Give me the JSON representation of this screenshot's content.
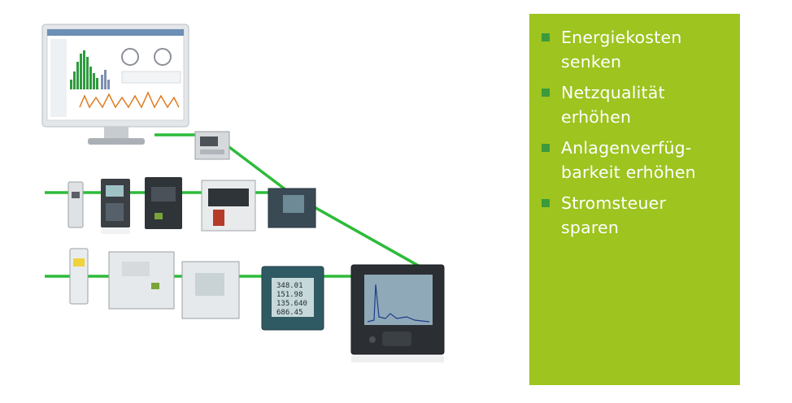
{
  "panel": {
    "background_color": "#9dc41f",
    "bullet_color": "#3c9a3c",
    "items": [
      {
        "line1": "Energiekosten",
        "line2": "senken"
      },
      {
        "line1": "Netzqualität",
        "line2": "erhöhen"
      },
      {
        "line1": "Anlagenverfüg-",
        "line2": "barkeit erhöhen"
      },
      {
        "line1": "Stromsteuer",
        "line2": "sparen"
      }
    ]
  },
  "meter": {
    "readings": [
      "348.01",
      "151.98",
      "135.640",
      "686.45"
    ]
  },
  "network_color": "#2dbb3a"
}
